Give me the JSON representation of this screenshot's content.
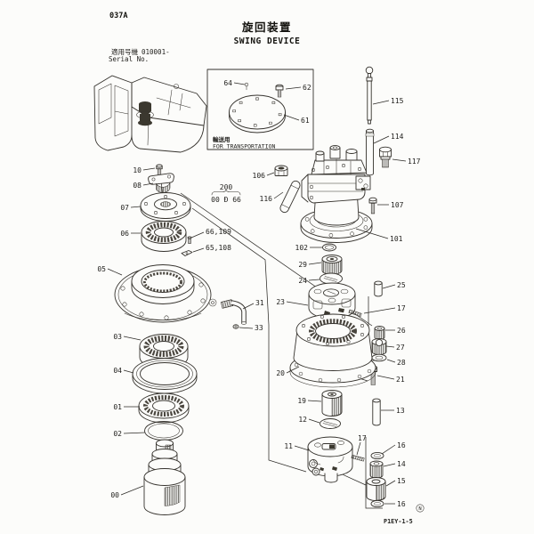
{
  "header": {
    "doc_code": "037A",
    "title_jp": "旋回装置",
    "title_en": "SWING DEVICE",
    "serial_label_jp": "適用号機",
    "serial_value": "010001-",
    "serial_label_en": "Serial No."
  },
  "transport_box": {
    "label_jp": "輸送用",
    "label_en": "FOR TRANSPORTATION"
  },
  "group_ref": {
    "group_no": "200",
    "item_range": "00 Ð 66"
  },
  "footer": {
    "page_code": "P1EY-1-5",
    "revision_mark": "N"
  },
  "callouts": {
    "c00": "00",
    "c01": "01",
    "c02": "02",
    "c03": "03",
    "c04": "04",
    "c05": "05",
    "c06": "06",
    "c07": "07",
    "c08": "08",
    "c10": "10",
    "c11": "11",
    "c12": "12",
    "c13": "13",
    "c14": "14",
    "c15": "15",
    "c16a": "16",
    "c16b": "16",
    "c17a": "17",
    "c17b": "17",
    "c19": "19",
    "c20": "20",
    "c21": "21",
    "c23": "23",
    "c24": "24",
    "c25": "25",
    "c26": "26",
    "c27": "27",
    "c28": "28",
    "c29": "29",
    "c31": "31",
    "c33": "33",
    "c61": "61",
    "c62": "62",
    "c64": "64",
    "c65108": "65,108",
    "c66109": "66,109",
    "c101": "101",
    "c102": "102",
    "c106": "106",
    "c107": "107",
    "c114": "114",
    "c115": "115",
    "c116": "116",
    "c117": "117"
  }
}
